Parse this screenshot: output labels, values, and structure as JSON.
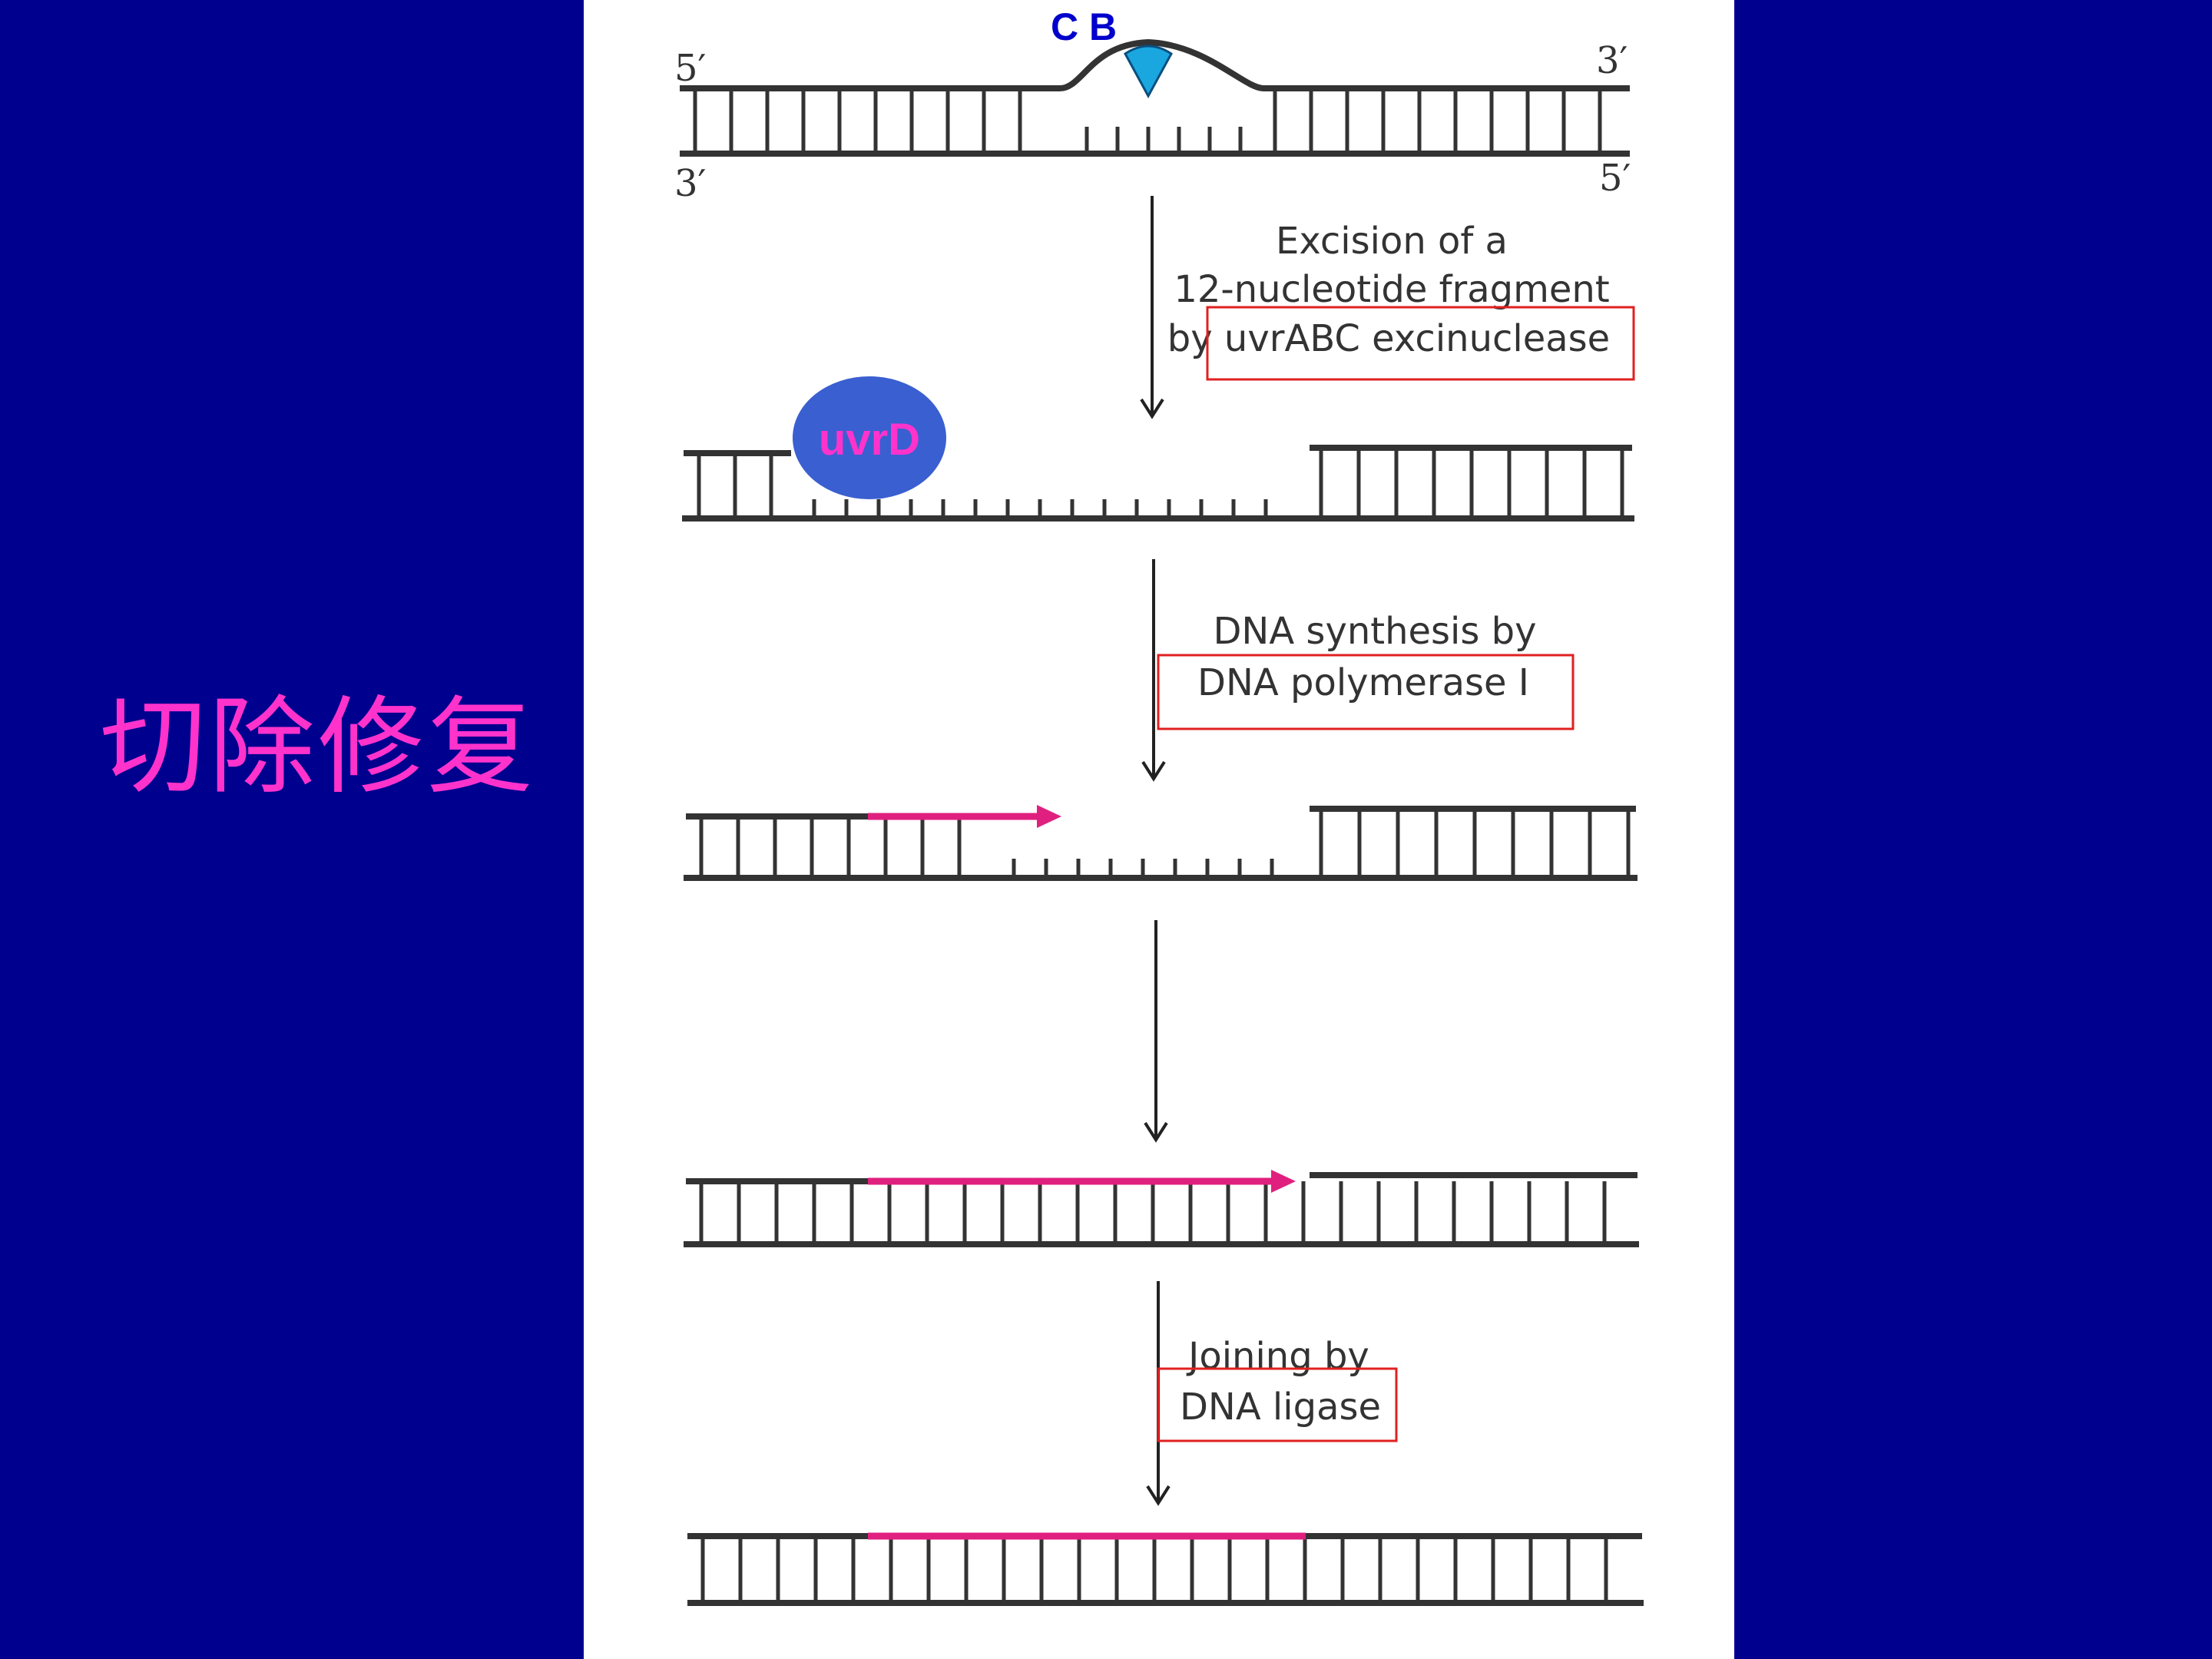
{
  "slide": {
    "title": "切除修复"
  },
  "strand_ends": {
    "top_left": "5′",
    "top_right": "3′",
    "bottom_left": "3′",
    "bottom_right": "5′"
  },
  "labels": {
    "cb": "C B",
    "uvrd": "uvrD"
  },
  "steps": [
    {
      "lines": [
        "Excision of a",
        "12-nucleotide fragment",
        "by uvrABC excinuclease"
      ],
      "boxed": "uvrABC excinuclease"
    },
    {
      "lines": [
        "DNA synthesis by",
        "DNA polymerase I"
      ],
      "boxed": "DNA polymerase I"
    },
    {
      "lines": []
    },
    {
      "lines": [
        "Joining by",
        "DNA ligase"
      ],
      "boxed": "DNA ligase"
    }
  ],
  "colors": {
    "background": "#00008f",
    "title": "#ff33cc",
    "new_strand": "#e0207f",
    "protein_uvrd": "#3a5fd0",
    "protein_cb": "#1aa7e0",
    "highlight_box": "#e02020"
  }
}
